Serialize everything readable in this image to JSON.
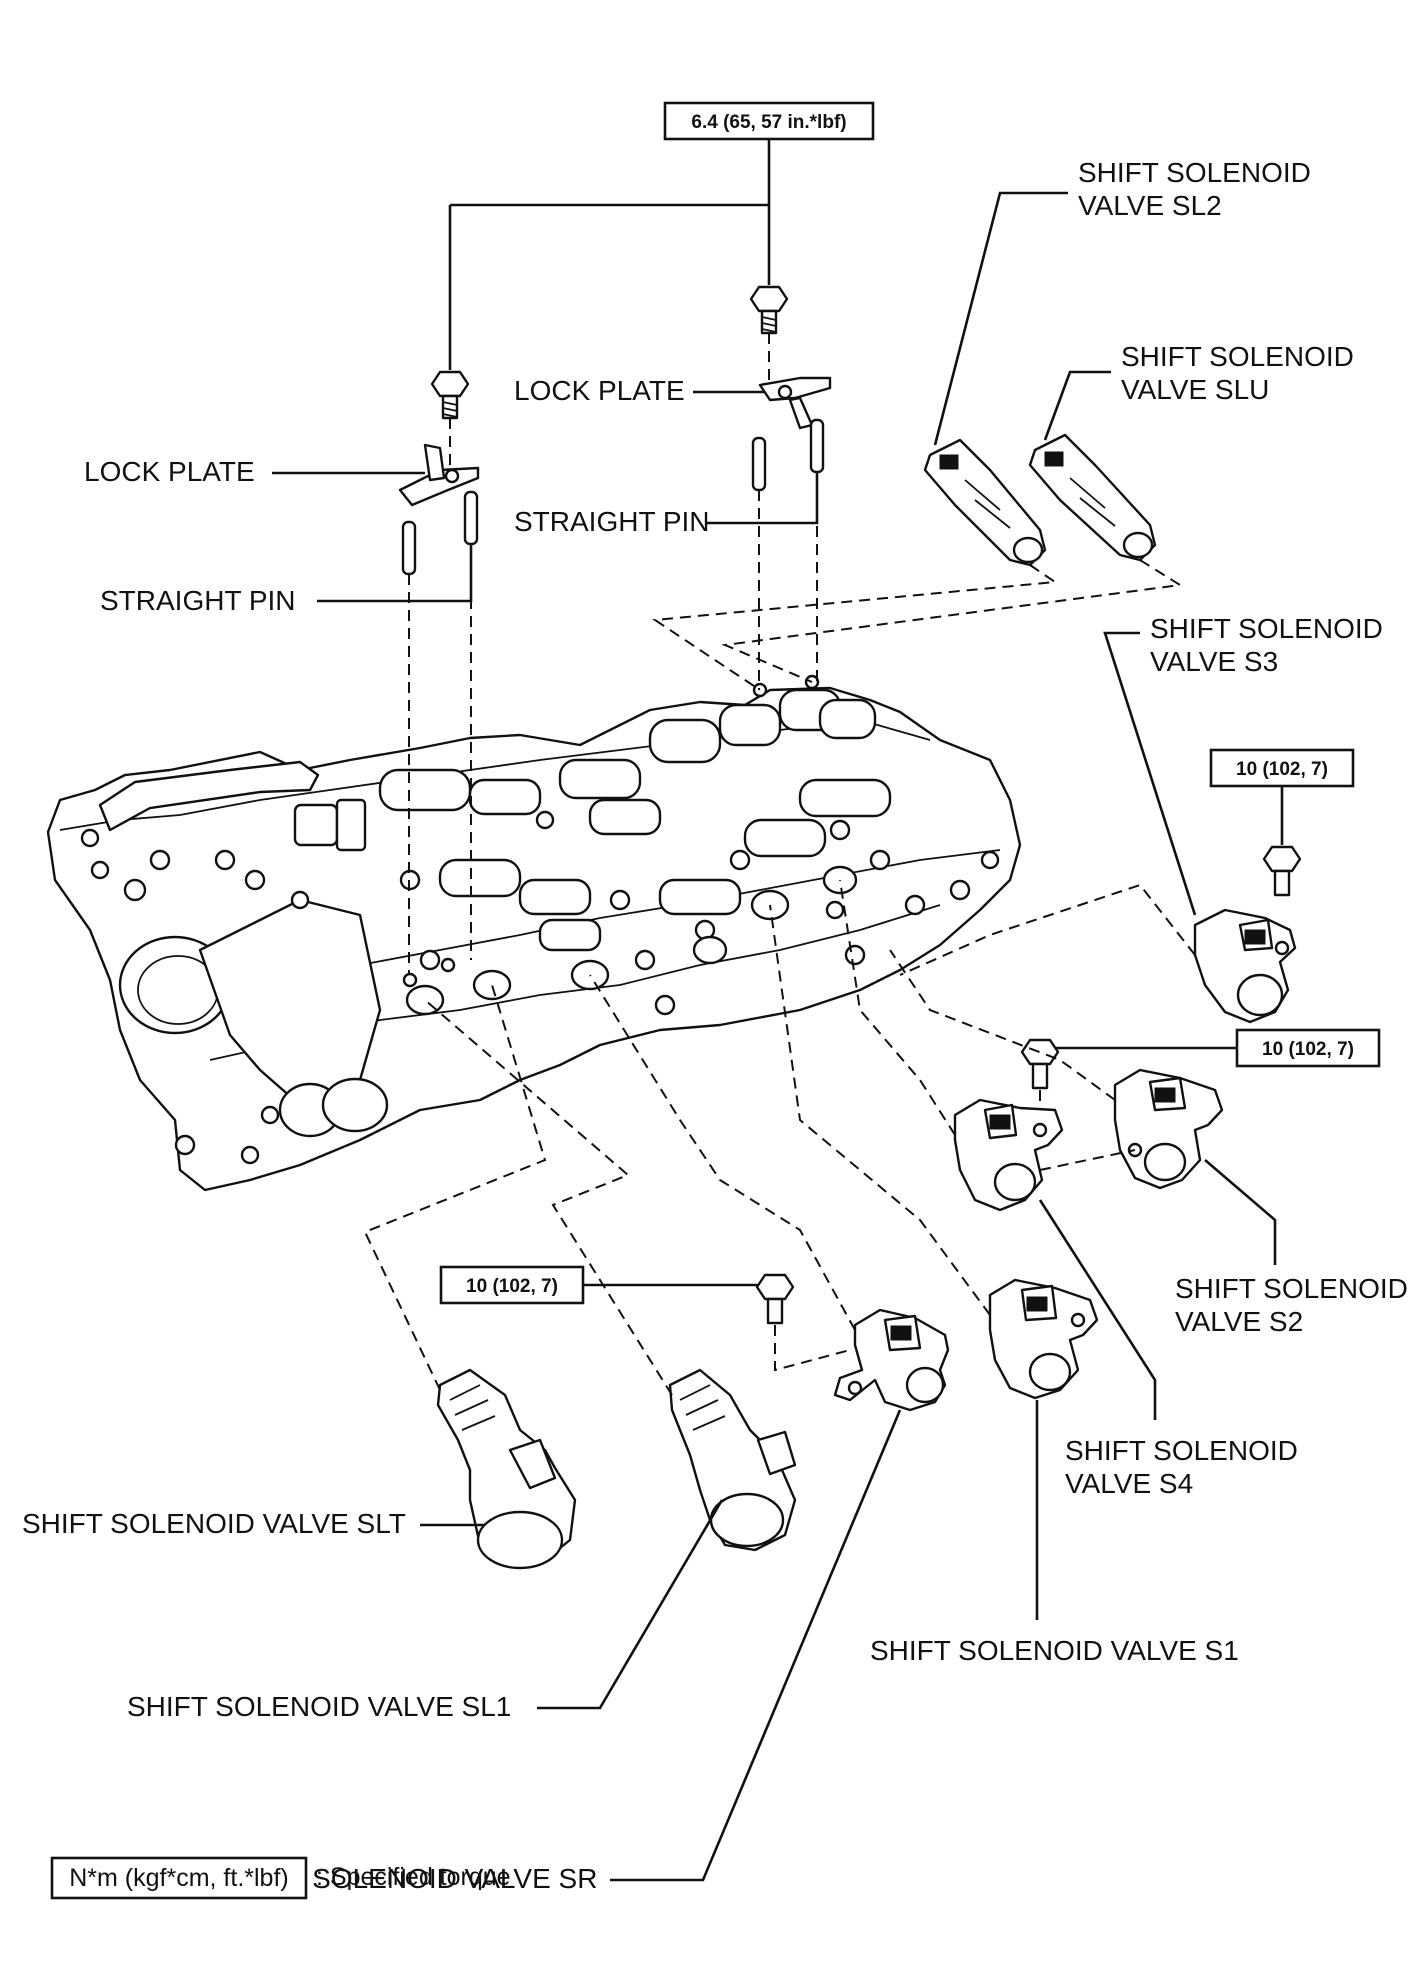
{
  "torque": {
    "top": "6.4 (65, 57 in.*lbf)",
    "s3": "10 (102, 7)",
    "s4": "10 (102, 7)",
    "sr": "10 (102, 7)"
  },
  "labels": {
    "lock_plate_left": "LOCK PLATE",
    "lock_plate_right": "LOCK PLATE",
    "straight_pin_left": "STRAIGHT PIN",
    "straight_pin_right": "STRAIGHT PIN",
    "sl2_line1": "SHIFT SOLENOID",
    "sl2_line2": "VALVE SL2",
    "slu_line1": "SHIFT SOLENOID",
    "slu_line2": "VALVE SLU",
    "s3_line1": "SHIFT SOLENOID",
    "s3_line2": "VALVE S3",
    "s2_line1": "SHIFT SOLENOID",
    "s2_line2": "VALVE S2",
    "s4_line1": "SHIFT SOLENOID",
    "s4_line2": "VALVE S4",
    "s1": "SHIFT SOLENOID VALVE S1",
    "slt": "SHIFT SOLENOID VALVE SLT",
    "sl1": "SHIFT SOLENOID VALVE SL1",
    "sr": "SHIFT SOLENOID VALVE SR"
  },
  "legend": {
    "box": "N*m (kgf*cm, ft.*lbf)",
    "text": ": Specified torque"
  }
}
